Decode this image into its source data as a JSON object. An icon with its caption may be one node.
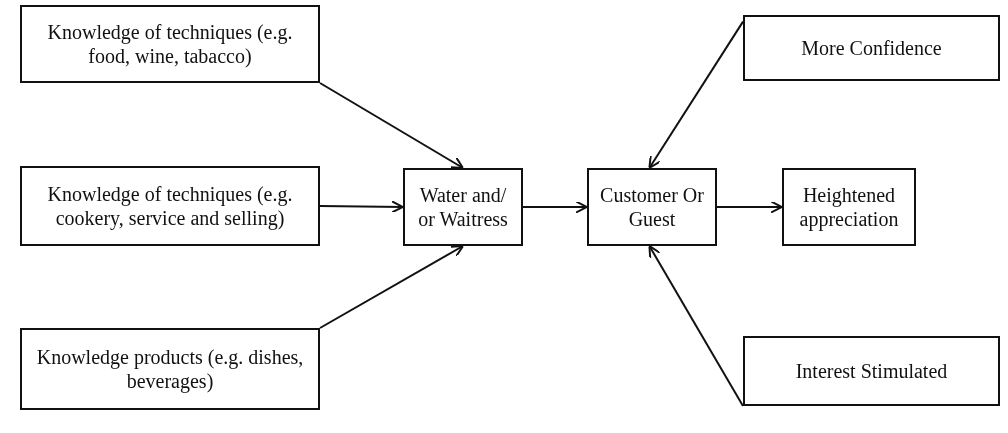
{
  "diagram": {
    "nodes": [
      {
        "text": [
          "Knowledge of techniques (e.g. food, wine, tabacco)"
        ]
      },
      {
        "text": [
          "Knowledge of techniques (e.g. cookery, service and selling)"
        ]
      },
      {
        "text": [
          "Knowledge products (e.g. dishes, beverages)"
        ]
      },
      {
        "text": [
          "Water and/ or Waitress"
        ]
      },
      {
        "text": [
          "Customer Or Guest"
        ]
      },
      {
        "text": [
          "More Confidence"
        ]
      },
      {
        "text": [
          "Heightened appreciation"
        ]
      },
      {
        "text": [
          "Interest Stimulated"
        ]
      }
    ],
    "edges": [
      {
        "from": 0,
        "to": 3,
        "arrow": "to"
      },
      {
        "from": 1,
        "to": 3,
        "arrow": "to"
      },
      {
        "from": 2,
        "to": 3,
        "arrow": "to"
      },
      {
        "from": 3,
        "to": 4,
        "arrow": "to"
      },
      {
        "from": 5,
        "to": 4,
        "arrow": "to"
      },
      {
        "from": 4,
        "to": 6,
        "arrow": "to"
      },
      {
        "from": 7,
        "to": 4,
        "arrow": "to"
      }
    ]
  }
}
